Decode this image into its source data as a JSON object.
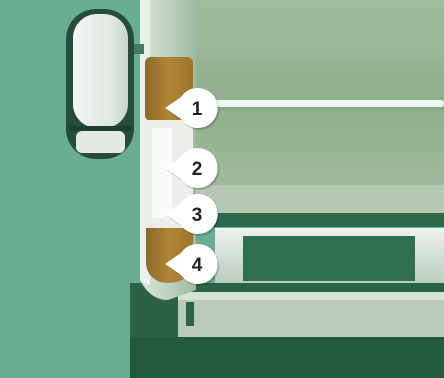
{
  "diagram": {
    "colors": {
      "background": "#6aae92",
      "callout_fill": "#ffffff",
      "callout_text": "#222222",
      "lamp_amber": "#a37a2e",
      "lamp_clear": "#eeeeea",
      "grille_dark": "#2f6e50"
    },
    "callouts": [
      {
        "id": "1",
        "label": "1"
      },
      {
        "id": "2",
        "label": "2"
      },
      {
        "id": "3",
        "label": "3"
      },
      {
        "id": "4",
        "label": "4"
      }
    ]
  }
}
